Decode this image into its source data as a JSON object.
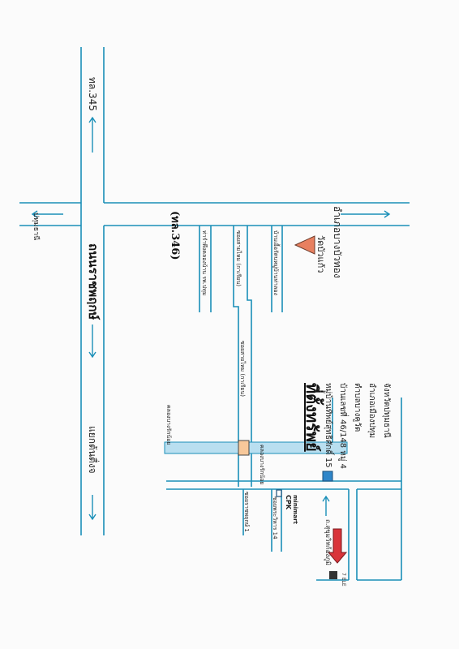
{
  "map": {
    "main_road": "ถนนราชพฤกษ์",
    "junction_label": "แยกต้นตื่งจ",
    "route_345": "ทล.345",
    "route_346": "(ทล.346)",
    "to_pathum": "ปทุมธานี",
    "to_bangbuathong": "อำเภอบางบัวทอง",
    "temple": "วัดบัวแก้ว",
    "school": "ท่ารำพึงคลองบ้าน รพ.ปทุม",
    "soi_upper": "ซอยสายไหม (กาเรียน)",
    "soi_lower": "ซอยสายไหม (กาเรียน)",
    "soi_right": "บ้านเอื้อรัตนหมู่บ้านท่าลอง",
    "canal_left": "คลองบางรักน้อย",
    "canal_right": "คลองบางรักน้อย",
    "soi_bottom1": "ซอยราชพฤกษ์ 1",
    "soi_bottom2": "ซอยพระวิหาร 14",
    "cpk": "CPK",
    "minimart": "minimart",
    "road_bottom": "ถ.สุขุมวิทก้องภูมิ",
    "seven": "7 ELE",
    "title": "ที่ตั้งทรัพย์",
    "addr1": "หมู่บ้านทิพย์สุทธิศักดิ์ 15",
    "addr2": "บ้านเลขที่ 46/148 หมู่ 4",
    "addr3": "ตำบลบางคูวัด",
    "addr4": "อำเภอเมืองปทุม",
    "addr5": "จังหวัดปทุมธานี"
  }
}
